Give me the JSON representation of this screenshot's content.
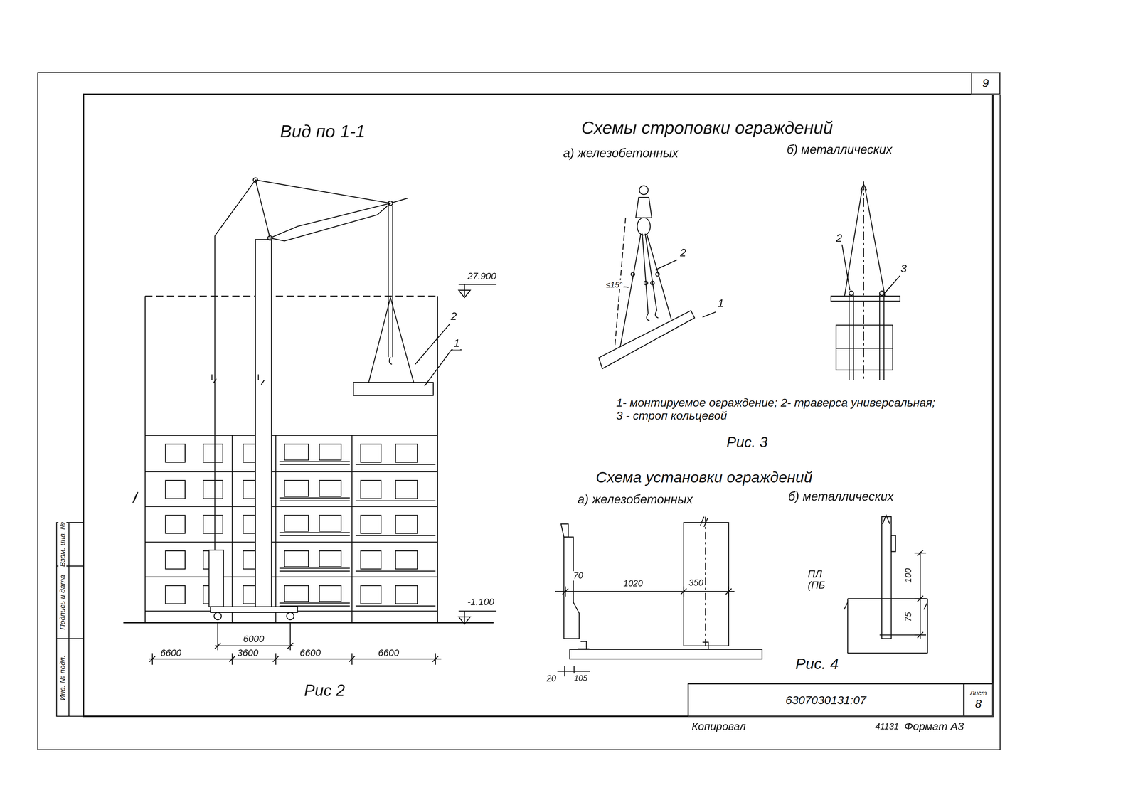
{
  "diagram": {
    "nodes": [
      {
        "text": [
          "9"
        ]
      },
      {
        "text": [
          "6307030131:07"
        ]
      },
      {
        "text": [
          "Лист",
          "8"
        ]
      }
    ],
    "labels": [
      "Вид по 1-1",
      "27.900",
      "2",
      "1",
      "-1.100",
      "6000",
      "6600",
      "3600",
      "6600",
      "6600",
      "Рис 2",
      "Схемы строповки ограждений",
      "а) железобетонных",
      "б) металлических",
      "≤15°",
      "2",
      "1",
      "2",
      "3",
      "1- монтируемое ограждение; 2- траверса универсальная; 3 - строп кольцевой",
      "Рис. 3",
      "Схема установки ограждений",
      "а) железобетонных",
      "б) металлических",
      "70",
      "1020",
      "350",
      "20",
      "105",
      "ПЛ (ПБ",
      "100",
      "75",
      "Рис. 4",
      "Взам. инв. №",
      "Подпись и дата",
      "Инв. № подл.",
      "Копировал",
      "41131",
      "Формат А3"
    ]
  }
}
